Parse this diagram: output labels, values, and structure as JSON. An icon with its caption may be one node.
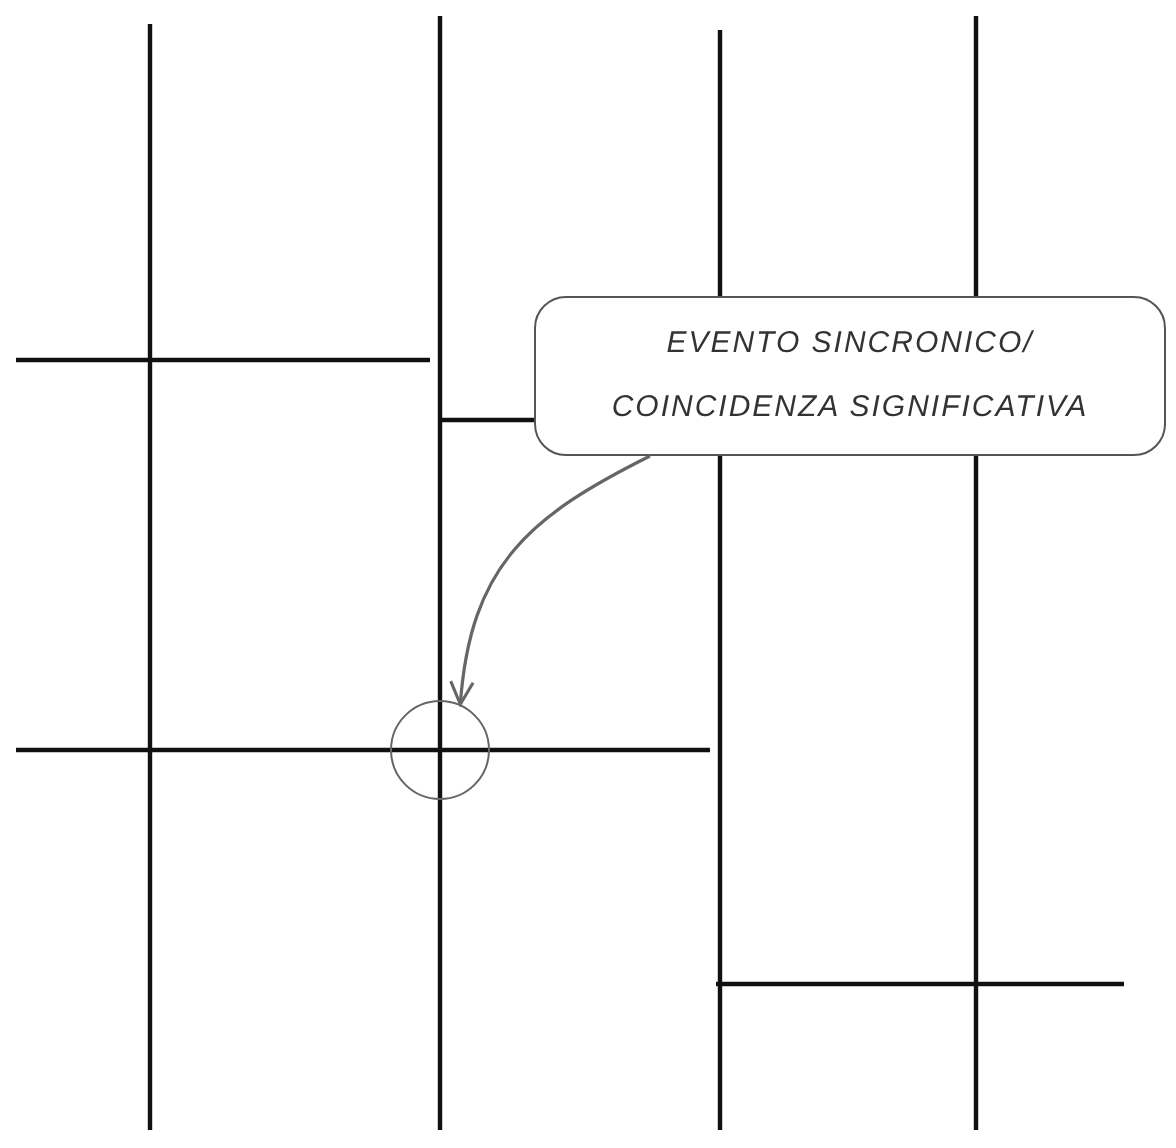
{
  "diagram": {
    "nodes": [
      {
        "text": [
          "EVENTO SINCRONICO/ COINCIDENZA SIGNIFICATIVA"
        ]
      },
      {
        "text": [],
        "shape": "circle"
      }
    ],
    "edges": [
      {
        "from": 0,
        "to": 1,
        "arrow": "to"
      }
    ]
  }
}
